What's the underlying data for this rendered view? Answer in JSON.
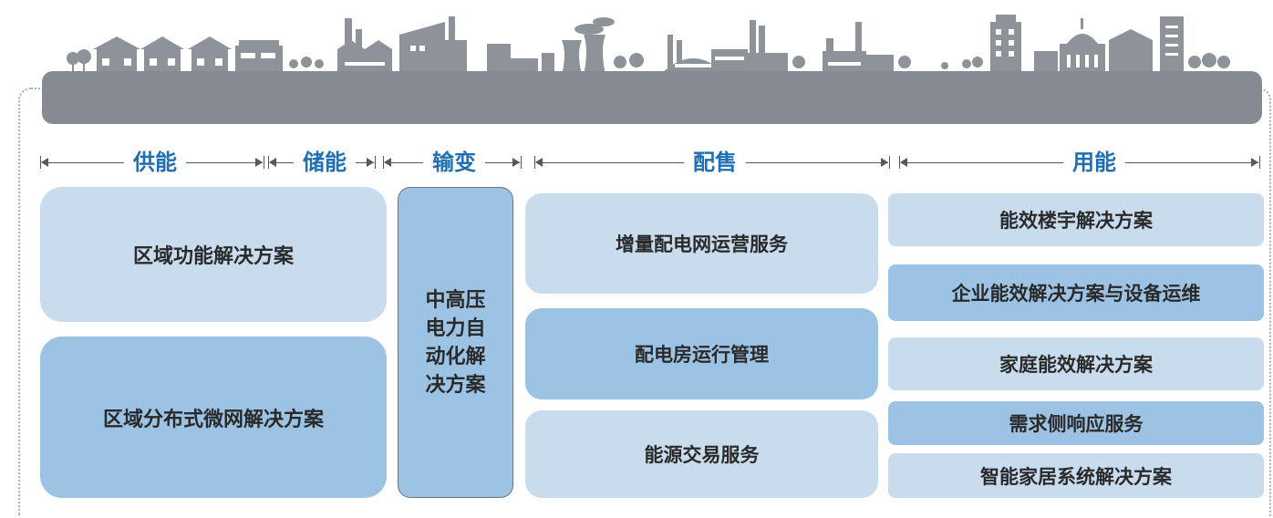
{
  "categories": [
    {
      "id": "supply",
      "label": "供能"
    },
    {
      "id": "storage",
      "label": "储能"
    },
    {
      "id": "transmission",
      "label": "输变"
    },
    {
      "id": "distribution",
      "label": "配售"
    },
    {
      "id": "consumption",
      "label": "用能"
    }
  ],
  "supply": [
    "区域功能解决方案",
    "区域分布式微网解决方案"
  ],
  "transmission": {
    "block": "中高压电力自动化解决方案",
    "lines": [
      "中高压",
      "电力自",
      "动化解",
      "决方案"
    ]
  },
  "distribution": [
    "增量配电网运营服务",
    "配电房运行管理",
    "能源交易服务"
  ],
  "consumption": [
    "能效楼宇解决方案",
    "企业能效解决方案与设备运维",
    "家庭能效解决方案",
    "需求侧响应服务",
    "智能家居系统解决方案"
  ],
  "colors": {
    "header_text": "#1e6fb3",
    "box_light": "#c8dcee",
    "box_dark": "#9cc3e4",
    "ground": "#868b93",
    "skyline": "#8e939a",
    "border": "#6b737c"
  }
}
